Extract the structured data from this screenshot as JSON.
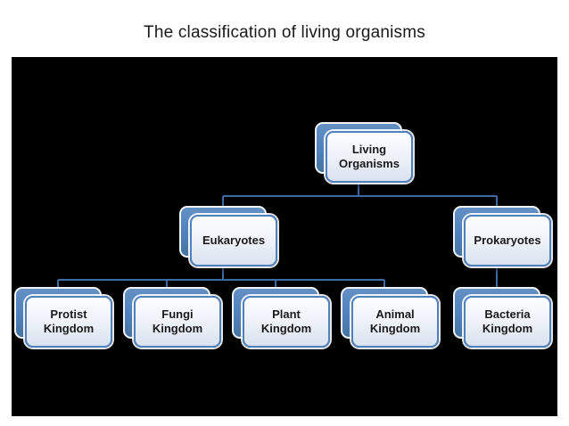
{
  "title": "The classification of living organisms",
  "colors": {
    "accent": "#4F81BD",
    "connector": "#3E6AA3",
    "canvas_background": "#000000",
    "node_text": "#1A1A1A"
  },
  "diagram": {
    "type": "hierarchy",
    "nodes": [
      {
        "id": "living-organisms",
        "label": "Living\nOrganisms",
        "parent": null
      },
      {
        "id": "eukaryotes",
        "label": "Eukaryotes",
        "parent": "living-organisms"
      },
      {
        "id": "prokaryotes",
        "label": "Prokaryotes",
        "parent": "living-organisms"
      },
      {
        "id": "protist-kingdom",
        "label": "Protist\nKingdom",
        "parent": "eukaryotes"
      },
      {
        "id": "fungi-kingdom",
        "label": "Fungi\nKingdom",
        "parent": "eukaryotes"
      },
      {
        "id": "plant-kingdom",
        "label": "Plant\nKingdom",
        "parent": "eukaryotes"
      },
      {
        "id": "animal-kingdom",
        "label": "Animal\nKingdom",
        "parent": "eukaryotes"
      },
      {
        "id": "bacteria-kingdom",
        "label": "Bacteria\nKingdom",
        "parent": "prokaryotes"
      }
    ]
  }
}
